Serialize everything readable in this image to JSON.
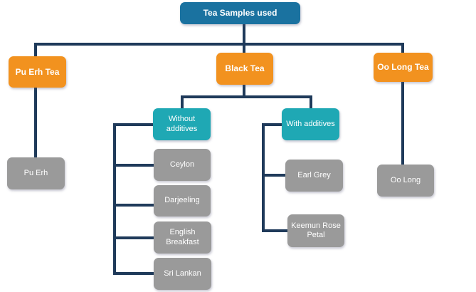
{
  "colors": {
    "root": "#1a72a0",
    "category": "#f2921f",
    "subcategory": "#1fa8b4",
    "leaf": "#9a9a9a",
    "connector": "#1f3a5a"
  },
  "root": {
    "label": "Tea Samples used"
  },
  "categories": [
    {
      "label": "Pu Erh Tea",
      "children": [
        {
          "label": "Pu Erh"
        }
      ]
    },
    {
      "label": "Black Tea",
      "subcategories": [
        {
          "label": "Without additives",
          "children": [
            {
              "label": "Ceylon"
            },
            {
              "label": "Darjeeling"
            },
            {
              "label": "English Breakfast"
            },
            {
              "label": "Sri Lankan"
            }
          ]
        },
        {
          "label": "With additives",
          "children": [
            {
              "label": "Earl Grey"
            },
            {
              "label": "Keemun Rose Petal"
            }
          ]
        }
      ]
    },
    {
      "label": "Oo Long Tea",
      "children": [
        {
          "label": "Oo Long"
        }
      ]
    }
  ]
}
